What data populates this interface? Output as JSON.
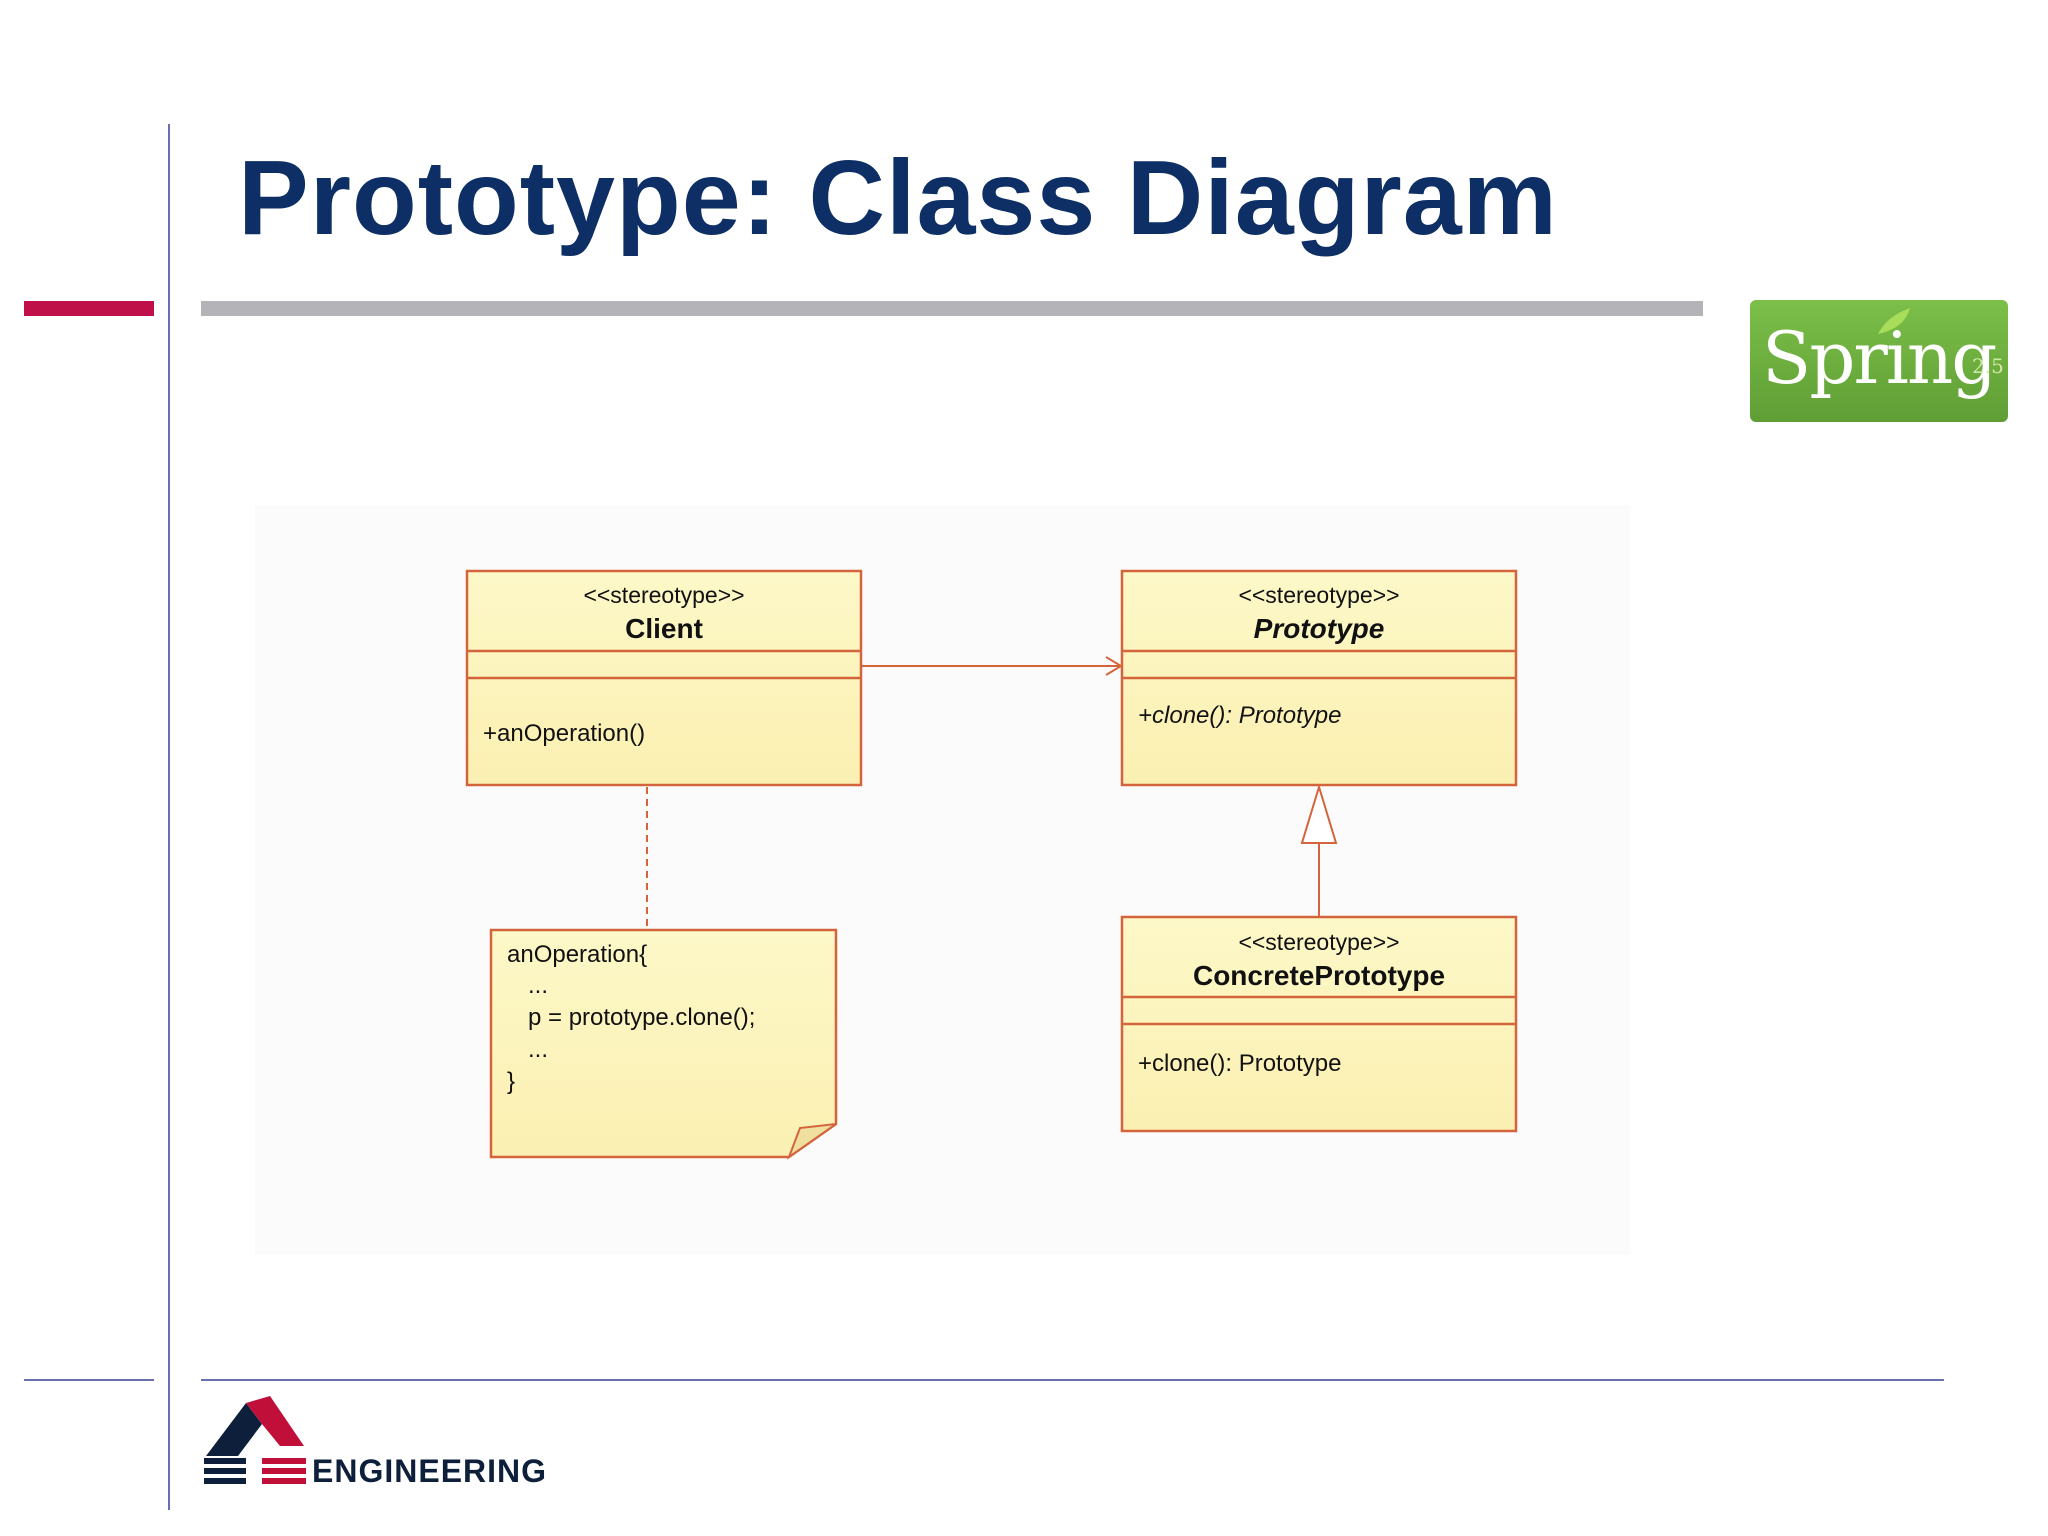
{
  "slide": {
    "title": "Prototype: Class Diagram"
  },
  "logos": {
    "spring": {
      "name": "Spring",
      "version": "2.5"
    },
    "engineering": {
      "name": "ENGINEERING"
    }
  },
  "colors": {
    "title": "#0d2f66",
    "accent_red": "#c0104a",
    "divider_gray": "#b3b3b8",
    "rule_blue": "#6b6fb0",
    "uml_fill": "#fcf6c0",
    "uml_border": "#d4643b",
    "spring_green": "#6dae3f"
  },
  "diagram": {
    "client": {
      "stereotype": "<<stereotype>>",
      "name": "Client",
      "operation": "+anOperation()"
    },
    "prototype": {
      "stereotype": "<<stereotype>>",
      "name": "Prototype",
      "operation": "+clone(): Prototype"
    },
    "concrete": {
      "stereotype": "<<stereotype>>",
      "name": "ConcretePrototype",
      "operation": "+clone(): Prototype"
    },
    "note": {
      "lines": [
        "anOperation{",
        "...",
        "p = prototype.clone();",
        "...",
        "}"
      ]
    }
  }
}
